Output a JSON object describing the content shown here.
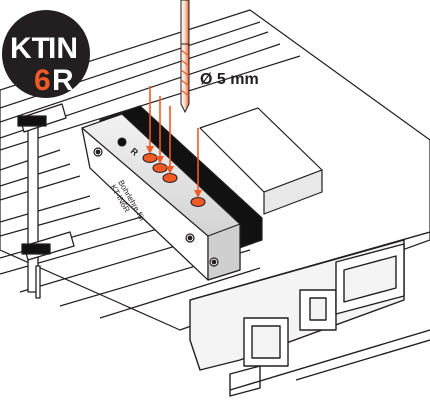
{
  "logo": {
    "line1": "KT",
    "line2": "IN",
    "line3": "6",
    "line4": "R",
    "colors": {
      "circle": "#231f20",
      "text": "#ffffff",
      "accent": "#f15a24"
    }
  },
  "annotation": {
    "drill_size": "Ø 5 mm"
  },
  "jig": {
    "label_line1": "Bohrlehre für",
    "label_line2": "KT-IN6R",
    "mark": "R"
  },
  "colors": {
    "outline": "#231f20",
    "orange": "#f15a24",
    "jig_black": "#111111",
    "metal_light": "#e6e6e6",
    "metal_dark": "#c9c9c9"
  },
  "icons": [
    "drill-bit-icon",
    "clamp-icon",
    "arrow-down-icon"
  ]
}
